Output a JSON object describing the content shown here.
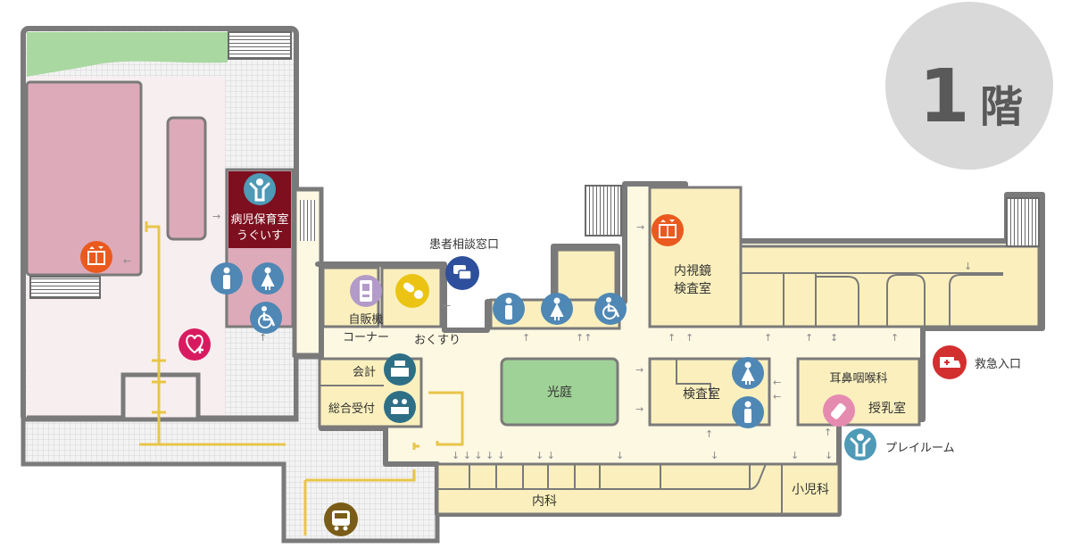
{
  "floor_badge": {
    "number": "1",
    "unit": "階"
  },
  "rooms": {
    "sick_child_care": [
      "病児保育室",
      "うぐいす"
    ],
    "vending": [
      "自販機",
      "コーナー"
    ],
    "medicine": "おくすり",
    "patient_consult": "患者相談窓口",
    "cashier": "会計",
    "reception": "総合受付",
    "courtyard": "光庭",
    "endoscopy": [
      "内視鏡",
      "検査室"
    ],
    "exam_room": "検査室",
    "ent": "耳鼻咽喉科",
    "nursing": "授乳室",
    "playroom": "プレイルーム",
    "emergency": "救急入口",
    "internal_med": "内科",
    "pediatrics": "小児科"
  },
  "colors": {
    "wall": "#7a7a7a",
    "corridor": "#fdf8e2",
    "room_yellow": "#fbf0bd",
    "left_area": "#f7eef0",
    "left_room": "#ddaab9",
    "courtyard": "#9fd296",
    "garden": "#a9d8a0",
    "grid": "#e0e0e0",
    "route": "#e8c54a",
    "sick_child_room": "#7d0f1e",
    "icon_blue": "#4f87b5",
    "icon_teal": "#2f6f86",
    "icon_orange": "#ea5a1e",
    "icon_navy": "#2d4f9c",
    "icon_yellow": "#ebc413",
    "icon_lavender": "#b39bc9",
    "icon_magenta": "#d81b60",
    "icon_red": "#d32f2f",
    "icon_brown": "#7a5c18",
    "icon_pink": "#e68bb0",
    "icon_playroom": "#4e9ab7",
    "badge_bg": "#d9d9d9",
    "badge_text": "#595959"
  },
  "icons": {
    "elevator_left": "elevator-icon",
    "elevator_right": "elevator-icon",
    "child_care": "child-icon",
    "toilet_men_left": "mens-toilet-icon",
    "toilet_women_left": "womens-toilet-icon",
    "wheelchair_left": "wheelchair-icon",
    "heart": "heart-plus-icon",
    "vending": "vending-machine-icon",
    "medicine": "pills-icon",
    "consult": "chat-bubble-icon",
    "toilet_men_mid": "mens-toilet-icon",
    "toilet_women_mid": "womens-toilet-icon",
    "wheelchair_mid": "wheelchair-icon",
    "cashier": "register-icon",
    "reception": "reception-icon",
    "toilet_women_exam": "womens-toilet-icon",
    "toilet_men_exam": "mens-toilet-icon",
    "emergency": "ambulance-icon",
    "nursing": "baby-bottle-icon",
    "playroom": "child-icon",
    "bus": "bus-icon"
  }
}
